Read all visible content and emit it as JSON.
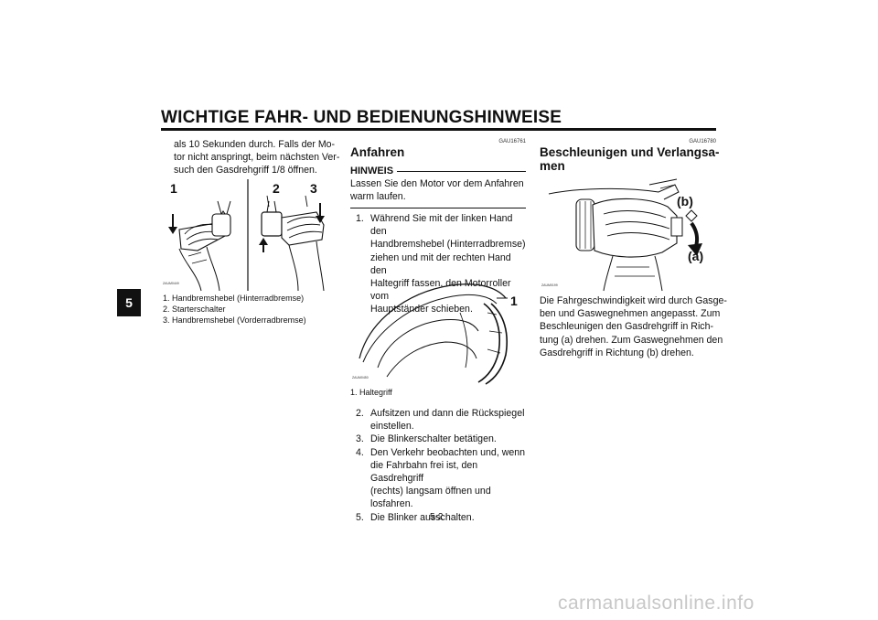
{
  "header": {
    "title": "WICHTIGE FAHR- UND BEDIENUNGSHINWEISE",
    "chapter": "5"
  },
  "col1": {
    "intro": [
      "als 10 Sekunden durch. Falls der Mo-",
      "tor nicht anspringt, beim nächsten Ver-",
      "such den Gasdrehgriff 1/8 öffnen."
    ],
    "figure": {
      "callouts": [
        "1",
        "2",
        "3"
      ],
      "code": "ZAUM0449"
    },
    "legend": [
      "1. Handbremshebel (Hinterradbremse)",
      "2. Starterschalter",
      "3. Handbremshebel (Vorderradbremse)"
    ]
  },
  "col2": {
    "code": "GAU16761",
    "heading": "Anfahren",
    "note_label": "HINWEIS",
    "note_text": [
      "Lassen Sie den Motor vor dem Anfahren",
      "warm laufen."
    ],
    "step1": {
      "num": "1.",
      "lines": [
        "Während Sie mit der linken Hand den",
        "Handbremshebel (Hinterradbremse)",
        "ziehen und mit der rechten Hand den",
        "Haltegriff fassen, den Motorroller vom",
        "Hauptständer schieben."
      ]
    },
    "figure": {
      "callout": "1",
      "code": "ZAUM0450"
    },
    "legend": "1. Haltegriff",
    "steps": [
      {
        "num": "2.",
        "lines": [
          "Aufsitzen und dann die Rückspiegel",
          "einstellen."
        ]
      },
      {
        "num": "3.",
        "lines": [
          "Die Blinkerschalter betätigen."
        ]
      },
      {
        "num": "4.",
        "lines": [
          "Den Verkehr beobachten und, wenn",
          "die Fahrbahn frei ist, den Gasdrehgriff",
          "(rechts) langsam öffnen und losfahren."
        ]
      },
      {
        "num": "5.",
        "lines": [
          "Die Blinker ausschalten."
        ]
      }
    ]
  },
  "col3": {
    "code": "GAU16780",
    "heading": [
      "Beschleunigen und Verlangsa-",
      "men"
    ],
    "figure": {
      "callout_b": "(b)",
      "callout_a": "(a)",
      "code": "ZAUM0199"
    },
    "text": [
      "Die Fahrgeschwindigkeit wird durch Gasge-",
      "ben und Gaswegnehmen angepasst. Zum",
      "Beschleunigen den Gasdrehgriff in Rich-",
      "tung (a) drehen. Zum Gaswegnehmen den",
      "Gasdrehgriff in Richtung (b) drehen."
    ]
  },
  "footer": {
    "page": "5-2"
  },
  "watermark": "carmanualsonline.info"
}
